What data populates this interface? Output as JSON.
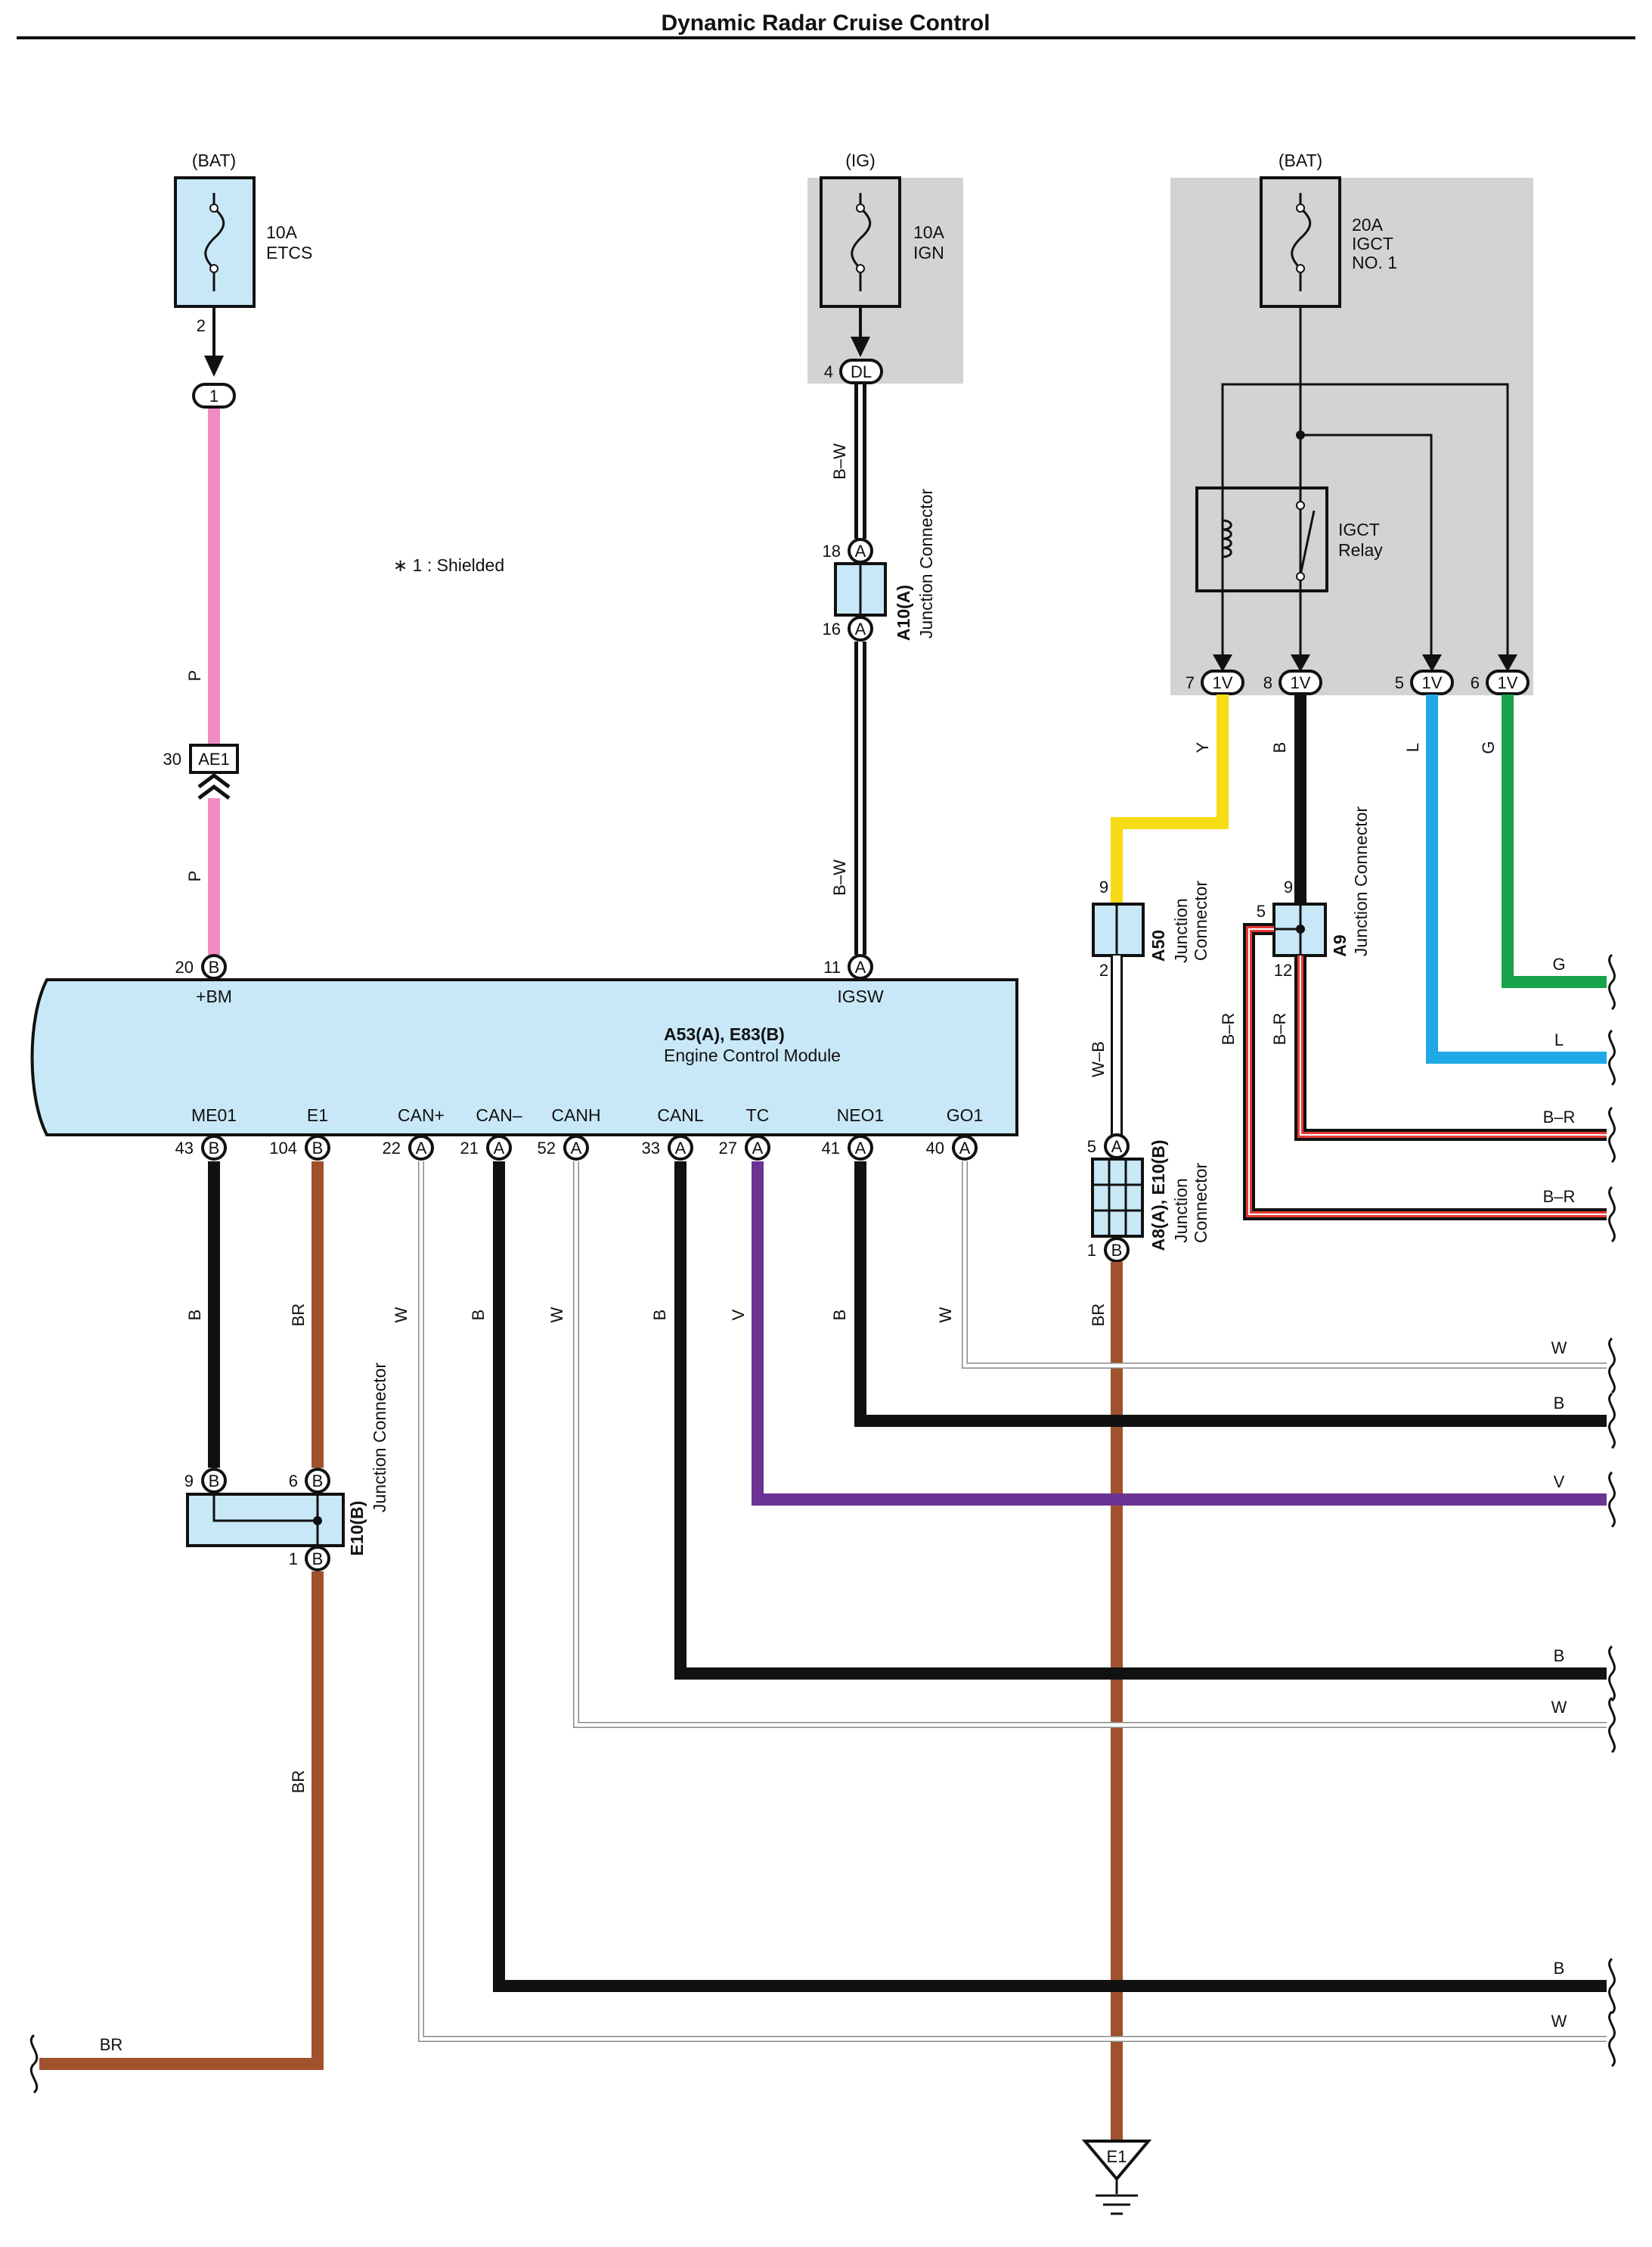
{
  "title": "Dynamic Radar Cruise Control",
  "note": "∗ 1 : Shielded",
  "colors": {
    "P": "#f08cbf",
    "BR": "#a0522d",
    "B": "#111111",
    "W": "#ffffff",
    "V": "#6b3393",
    "Y": "#f5dc14",
    "L": "#1fa9e6",
    "G": "#17a34a",
    "R": "#e53935",
    "module": "#c8e8f7",
    "shade": "#d3d3d3"
  },
  "fuses": [
    {
      "supply": "(BAT)",
      "rating": "10A",
      "name": "ETCS",
      "name2": ""
    },
    {
      "supply": "(IG)",
      "rating": "10A",
      "name": "IGN",
      "name2": ""
    },
    {
      "supply": "(BAT)",
      "rating": "20A",
      "name": "IGCT",
      "name2": "NO. 1"
    }
  ],
  "relay": {
    "line1": "IGCT",
    "line2": "Relay"
  },
  "connectors": {
    "fuse1_pin": "2",
    "c1_code": "1",
    "dl_pin": "4",
    "dl_code": "DL",
    "ae1_pin": "30",
    "ae1_code": "AE1",
    "v_code": "1V",
    "v_pins": [
      "7",
      "8",
      "5",
      "6"
    ]
  },
  "junctions": {
    "a10_name": "A10(A)",
    "a10_desc": "Junction Connector",
    "a10_top": "18",
    "a10_bottom": "16",
    "a10_code": "A",
    "a50_name": "A50",
    "a50_desc1": "Junction",
    "a50_desc2": "Connector",
    "a50_top": "9",
    "a50_bottom": "2",
    "a9_name": "A9",
    "a9_desc": "Junction Connector",
    "a9_top": "9",
    "a9_left": "5",
    "a9_bottom": "12",
    "a8_name": "A8(A), E10(B)",
    "a8_desc1": "Junction",
    "a8_desc2": "Connector",
    "a8_top": "5",
    "a8_top_code": "A",
    "a8_bottom": "1",
    "a8_bottom_code": "B",
    "e10_name": "E10(B)",
    "e10_desc": "Junction Connector",
    "e10_left": "9",
    "e10_right": "6",
    "e10_bottom": "1",
    "e10_code": "B"
  },
  "ecm": {
    "name": "A53(A), E83(B)",
    "desc": "Engine Control Module",
    "top_pins": [
      {
        "label": "+BM",
        "num": "20",
        "code": "B"
      },
      {
        "label": "IGSW",
        "num": "11",
        "code": "A"
      }
    ],
    "bottom_pins": [
      {
        "label": "ME01",
        "num": "43",
        "code": "B"
      },
      {
        "label": "E1",
        "num": "104",
        "code": "B"
      },
      {
        "label": "CAN+",
        "num": "22",
        "code": "A"
      },
      {
        "label": "CAN–",
        "num": "21",
        "code": "A"
      },
      {
        "label": "CANH",
        "num": "52",
        "code": "A"
      },
      {
        "label": "CANL",
        "num": "33",
        "code": "A"
      },
      {
        "label": "TC",
        "num": "27",
        "code": "A"
      },
      {
        "label": "NEO1",
        "num": "41",
        "code": "A"
      },
      {
        "label": "GO1",
        "num": "40",
        "code": "A"
      }
    ]
  },
  "wire_labels": {
    "p_upper": "P",
    "p_lower": "P",
    "bw_upper": "B–W",
    "bw_lower": "B–W",
    "y": "Y",
    "b_relay": "B",
    "l": "L",
    "g": "G",
    "wb": "W–B",
    "br_a9_1": "B–R",
    "br_a9_2": "B–R",
    "br_a8": "BR",
    "me01": "B",
    "e1": "BR",
    "canp": "W",
    "canm": "B",
    "canh": "W",
    "canl": "B",
    "tc": "V",
    "neo1": "B",
    "go1": "W",
    "e10_out": "BR"
  },
  "right_exits": [
    "G",
    "L",
    "B–R",
    "B–R",
    "W",
    "B",
    "V",
    "B",
    "W",
    "B",
    "W"
  ],
  "left_exit": "BR",
  "ground": "E1"
}
